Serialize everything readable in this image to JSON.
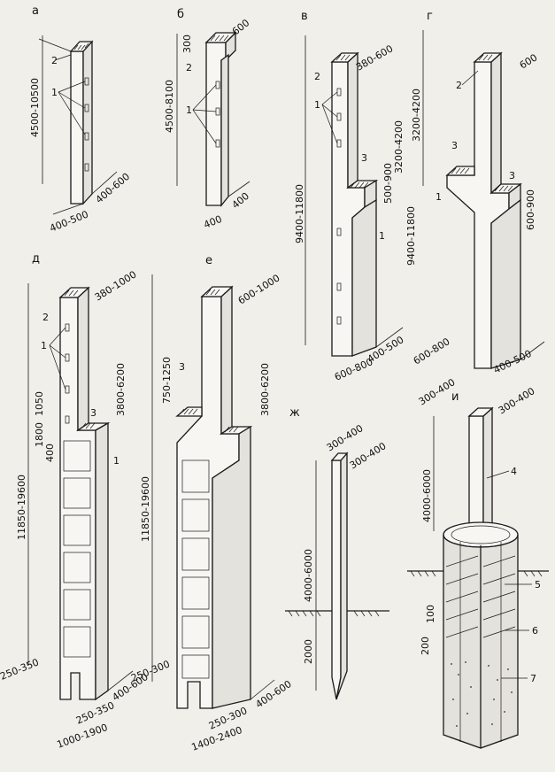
{
  "captions": {
    "a": "а",
    "b": "б",
    "v": "в",
    "g": "г",
    "d": "д",
    "e": "е",
    "zh": "ж",
    "i": "и"
  },
  "column_a": {
    "height": "4500-10500",
    "width_side": "400-600",
    "width_base": "400-500",
    "marks": [
      "2",
      "1"
    ]
  },
  "column_b": {
    "top_dim": "600",
    "cap_dim": "300",
    "height": "4500-8100",
    "width_side": "400",
    "width_base": "400",
    "marks": [
      "2",
      "1"
    ]
  },
  "column_v": {
    "top_dim": "380-600",
    "height": "9400-11800",
    "upper_dim": "3200-4200",
    "console_dim": "500-900",
    "width_side": "400-500",
    "width_base": "600-800",
    "marks": [
      "2",
      "1",
      "3",
      "1"
    ]
  },
  "column_g": {
    "top_dim": "600",
    "upper_dim": "3200-4200",
    "height": "9400-11800",
    "console_dim": "600-900",
    "width_base": "600-800",
    "width_side": "400-500",
    "marks": [
      "2",
      "3",
      "3",
      "1"
    ]
  },
  "column_d": {
    "top_dim": "380-1000",
    "upper_dim": "3800-6200",
    "d1050": "1050",
    "d1800": "1800",
    "d400": "400",
    "height": "11850-19600",
    "base_left": "250-350",
    "width_side": "400-600",
    "base_mid": "250-350",
    "base_width": "1000-1900",
    "marks": [
      "2",
      "1",
      "3",
      "1"
    ]
  },
  "column_e": {
    "top_dim": "600-1000",
    "console_dim": "750-1250",
    "upper_dim": "3800-6200",
    "height": "11850-19600",
    "base_left": "250-300",
    "width_side": "400-600",
    "base_mid": "250-300",
    "base_width": "1400-2400",
    "marks": [
      "3"
    ]
  },
  "pile_zh": {
    "top_a": "300-400",
    "top_b": "300-400",
    "length": "4000-6000",
    "embed": "2000"
  },
  "pile_i": {
    "top_a": "300-400",
    "top_b": "300-400",
    "length": "4000-6000",
    "d100": "100",
    "d200": "200",
    "marks": [
      "4",
      "5",
      "6",
      "7"
    ]
  }
}
